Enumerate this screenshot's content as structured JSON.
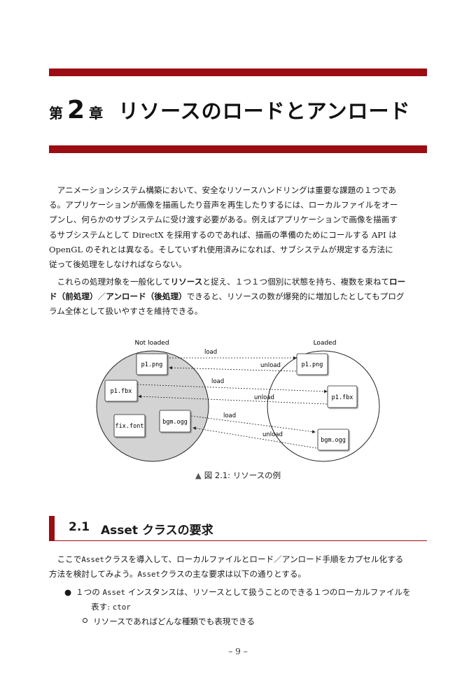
{
  "chapter": {
    "prefix": "第",
    "number": "2",
    "suffix": "章",
    "title": "リソースのロードとアンロード"
  },
  "paragraph1": [
    "　アニメーションシステム構築において、安全なリソースハンドリングは重要な課題の１つであ",
    "る。アプリケーションが画像を描画したり音声を再生したりするには、ローカルファイルをオー",
    "プンし、何らかのサブシステムに受け渡す必要がある。例えばアプリケーションで画像を描画す",
    "るサブシステムとして DirectX を採用するのであれば、描画の準備のためにコールする API は",
    "OpenGL のそれとは異なる。そしていずれ使用済みになれば、サブシステムが規定する方法に",
    "従って後処理をしなければならない。"
  ],
  "paragraph2": {
    "l1a": "　これらの処理対象を一般化して",
    "l1b": "リソース",
    "l1c": "と捉え、１つ１つ個別に状態を持ち、複数を束ねて",
    "l1d": "ロー",
    "l2a": "ド（前処理）",
    "l2b": "／",
    "l2c": "アンロード（後処理）",
    "l2d": "できると、リソースの数が爆発的に増加したとしてもプログ",
    "l3": "ラム全体として扱いやすさを維持できる。"
  },
  "figure": {
    "left_label": "Not loaded",
    "right_label": "Loaded",
    "left_files": [
      "p1.png",
      "p1.fbx",
      "fix.font",
      "bgm.ogg"
    ],
    "right_files": [
      "p1.png",
      "p1.fbx",
      "bgm.ogg"
    ],
    "load": "load",
    "unload": "unload",
    "caption": "図 2.1: リソースの例",
    "colors": {
      "left_fill": "#d3d3d3",
      "accent": "#9b0d12"
    }
  },
  "section": {
    "number": "2.1",
    "title": "Asset クラスの要求"
  },
  "paragraph3": {
    "l1a": "　ここで",
    "l1b": "Asset",
    "l1c": "クラスを導入して、ローカルファイルとロード／アンロード手順をカプセル化する",
    "l2a": "方法を検討してみよう。",
    "l2b": "Asset",
    "l2c": "クラスの主な要求は以下の通りとする。"
  },
  "list": {
    "item1a": "１つの",
    "item1b": "Asset",
    "item1c": "インスタンスは、リソースとして扱うことのできる１つのローカルファイルを",
    "item1d": "表す:",
    "item1e": "ctor",
    "sub1": "リソースであればどんな種類でも表現できる"
  },
  "page_number": "– 9 –"
}
